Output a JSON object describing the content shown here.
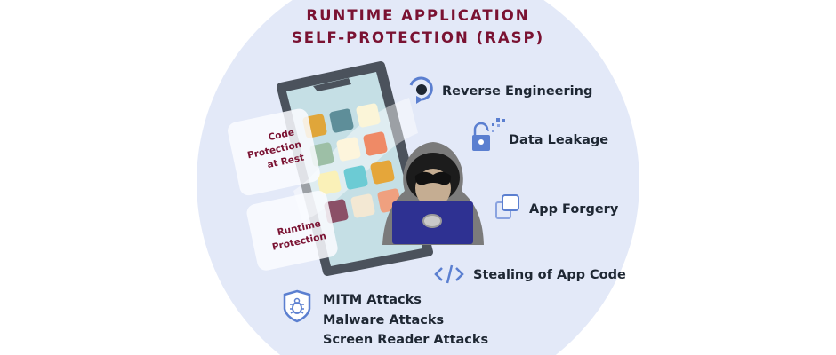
{
  "title": {
    "line1": "RUNTIME APPLICATION",
    "line2": "SELF-PROTECTION (RASP)"
  },
  "cards": {
    "rest": {
      "line1": "Code",
      "line2": "Protection",
      "line3": "at Rest"
    },
    "runtime": {
      "line1": "Runtime",
      "line2": "Protection"
    }
  },
  "threats": {
    "reverse_engineering": "Reverse Engineering",
    "data_leakage": "Data Leakage",
    "app_forgery": "App Forgery",
    "stealing_code": "Stealing of App Code",
    "attacks": [
      "MITM Attacks",
      "Malware Attacks",
      "Screen Reader Attacks"
    ]
  },
  "colors": {
    "title": "#7a1232",
    "circle": "#e3e9f8",
    "icon": "#5b7fd0",
    "text": "#1e2733",
    "laptop": "#2e3192"
  }
}
